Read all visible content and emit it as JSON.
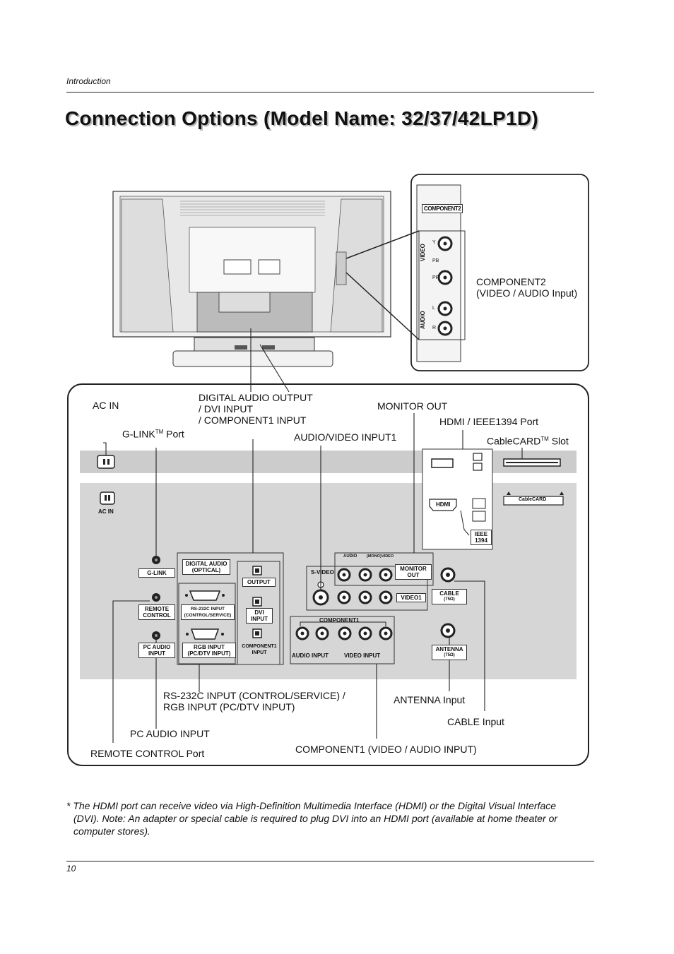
{
  "header": {
    "section": "Introduction"
  },
  "page": {
    "title": "Connection Options (Model Name: 32/37/42LP1D)",
    "number": "10"
  },
  "callouts": {
    "component2": [
      "COMPONENT2",
      "(VIDEO / AUDIO Input)"
    ],
    "ac_in": "AC IN",
    "g_link": {
      "prefix": "G-LINK",
      "sup": "TM",
      "suffix": " Port"
    },
    "digital_audio": [
      "DIGITAL AUDIO OUTPUT",
      "/ DVI INPUT",
      "/ COMPONENT1 INPUT"
    ],
    "av_input1": "AUDIO/VIDEO INPUT1",
    "monitor_out": "MONITOR OUT",
    "hdmi_ieee": "HDMI / IEEE1394 Port",
    "cablecard": {
      "prefix": "CableCARD",
      "sup": "TM",
      "suffix": " Slot"
    },
    "rs232c": [
      "RS-232C INPUT (CONTROL/SERVICE) /",
      "RGB INPUT (PC/DTV INPUT)"
    ],
    "antenna": "ANTENNA Input",
    "cable": "CABLE Input",
    "pc_audio": "PC AUDIO INPUT",
    "remote_control": "REMOTE CONTROL Port",
    "component1": "COMPONENT1 (VIDEO / AUDIO INPUT)"
  },
  "panel_labels": {
    "component2_header": "COMPONENT2",
    "video": "VIDEO",
    "audio": "AUDIO",
    "y": "Y",
    "pb": "PB",
    "pr": "PR",
    "l": "L",
    "r": "R",
    "ac_in": "AC IN",
    "g_link": "G-LINK",
    "remote_control": [
      "REMOTE",
      "CONTROL"
    ],
    "pc_audio_input": [
      "PC AUDIO",
      "INPUT"
    ],
    "digital_audio_optical": [
      "DIGITAL AUDIO",
      "(OPTICAL)"
    ],
    "output": "OUTPUT",
    "rs232c_input": [
      "RS-232C INPUT",
      "(CONTROL/SERVICE)"
    ],
    "dvi_input": [
      "DVI",
      "INPUT"
    ],
    "rgb_input": [
      "RGB INPUT",
      "(PC/DTV INPUT)"
    ],
    "component1_input": [
      "COMPONENT1",
      "INPUT"
    ],
    "s_video": "S-VIDEO",
    "audio_mono": [
      "AUDIO",
      "(MONO)",
      "VIDEO"
    ],
    "monitor_out": [
      "MONITOR",
      "OUT"
    ],
    "video1": "VIDEO1",
    "component1": "COMPONENT1",
    "audio_input": "AUDIO INPUT",
    "video_input": "VIDEO INPUT",
    "cable": [
      "CABLE",
      "(75Ω)"
    ],
    "antenna": [
      "ANTENNA",
      "(75Ω)"
    ],
    "hdmi": "HDMI",
    "ieee1394": [
      "IEEE",
      "1394"
    ],
    "cablecard": "CableCARD"
  },
  "footnote": [
    "* The HDMI port can receive video via High-Definition Multimedia Interface (HDMI) or the Digital Visual Interface",
    "(DVI). Note: An adapter or special cable is required to plug DVI into an HDMI port (available at home theater or",
    "computer stores)."
  ]
}
